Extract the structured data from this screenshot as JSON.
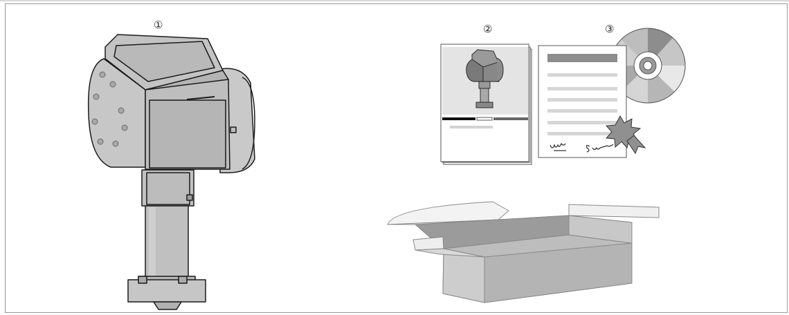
{
  "callouts": {
    "device": "①",
    "manual": "②",
    "certificate_cd": "③"
  },
  "signatures": {
    "left": "Uvla",
    "right": "Sut"
  }
}
